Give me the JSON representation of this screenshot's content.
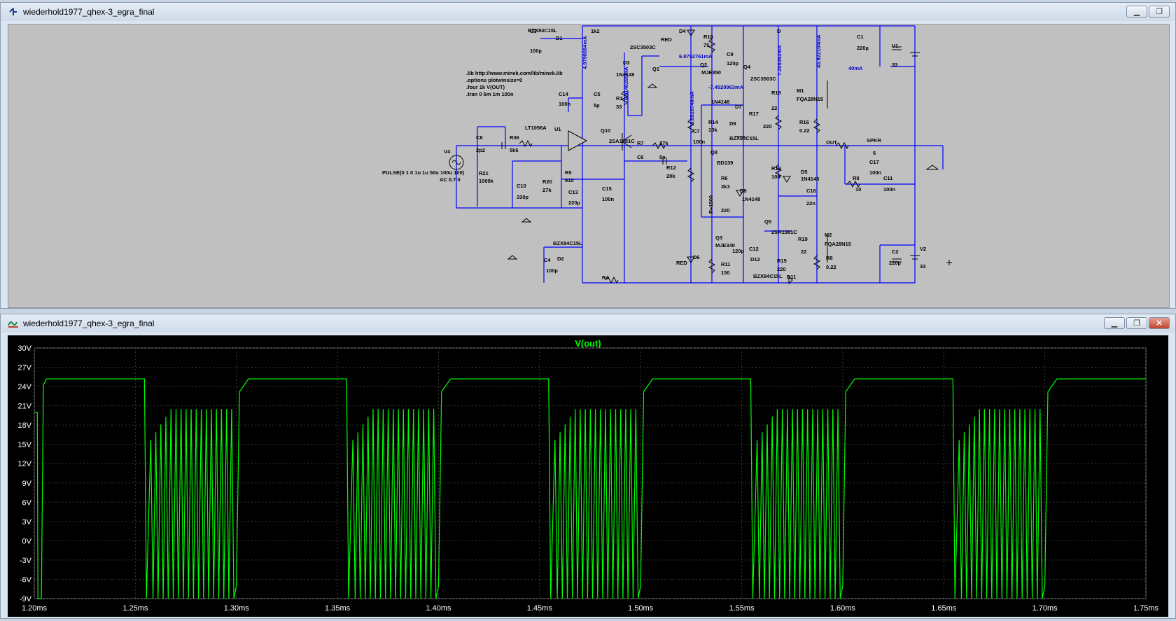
{
  "schematic_window": {
    "title": "wiederhold1977_qhex-3_egra_final"
  },
  "waveform_window": {
    "title": "wiederhold1977_qhex-3_egra_final"
  },
  "window_buttons": {
    "minimize": "▁",
    "restore": "❐",
    "close": "✕"
  },
  "colors": {
    "schematic_bg": "#c0c0c0",
    "wire": "#0000ff",
    "component": "#000000",
    "annotation": "#0000cd",
    "plot_bg": "#000000",
    "trace": "#00ff00",
    "grid": "#444444",
    "axis_text": "#ffffff"
  },
  "directives": [
    ".lib http://www.minek.com/lib/minek.lib",
    ".options plotwinsize=0",
    ".four 1k V(OUT)",
    ".tran 0 6m 1m 100n"
  ],
  "source": {
    "name": "V4",
    "spec": "PULSE(0 1 0 1u 1u 50u 100u 100)",
    "ac": "AC 0.7 0"
  },
  "labels": {
    "C3": "C3",
    "C3v": "100µ",
    "D1": "D1",
    "BZX1": "BZX84C15L",
    "R1k2": "1k2",
    "C14": "C14",
    "C14v": "100n",
    "C5": "C5",
    "C5v": "5p",
    "R1": "R1",
    "R1v": "33",
    "D3": "D3",
    "D3v": "1N4148",
    "SC1": "2SC3503C",
    "Q1": "Q1",
    "D4": "D4",
    "RED1": "RED",
    "R10": "R10",
    "R10v": "75",
    "Q2": "Q2",
    "MJE350": "MJE350",
    "C9": "C9",
    "C9v": "120p",
    "Q4": "Q4",
    "SC2": "2SC3503C",
    "Dtop": "D",
    "C1": "C1",
    "C1v": "220µ",
    "V1": "V1",
    "V1v": "33",
    "M1": "M1",
    "FQA1": "FQA28N15",
    "R18": "R18",
    "R18v": "22",
    "R16": "R16",
    "R16v": "0.22",
    "LT": "LT1056A",
    "U1": "U1",
    "Q10": "Q10",
    "SA1": "2SA1381C",
    "C8": "C8",
    "C8v": "2p2",
    "R36": "R36",
    "R36v": "5k6",
    "R21": "R21",
    "R21v": "1000k",
    "R7": "R7",
    "R7v": "27k",
    "C6": "C6",
    "C6v": "5p",
    "R12": "R12",
    "R12v": "20k",
    "C7": "C7",
    "C7v": "100n",
    "D7": "D7",
    "D7v": "1N4148",
    "D9": "D9",
    "BZX2": "BZX84C15L",
    "R14": "R14",
    "R14v": "10k",
    "Q8": "Q8",
    "BD139": "BD139",
    "R17": "R17",
    "R17v": "220",
    "OUT": "OUT",
    "SPKR": "SPKR",
    "SPKRv": "6",
    "C17": "C17",
    "C17v": "100n",
    "R9": "R9",
    "R9v": "10",
    "C11": "C11",
    "C11v": "100n",
    "R5": "R5",
    "R5v": "910",
    "R20": "R20",
    "R20v": "27k",
    "C10": "C10",
    "C10v": "330p",
    "C13": "C13",
    "C13v": "220µ",
    "C15": "C15",
    "C15v": "100n",
    "R6": "R6",
    "R6v": "3k3",
    "D8": "D8",
    "D8v": "1N4148",
    "P": "P=1500",
    "Pv": "220",
    "R13": "R13",
    "R13v": "100",
    "D5": "D5",
    "D5v": "1N4148",
    "C16": "C16",
    "C16v": "22n",
    "Q5": "Q5",
    "SA2": "2SA1381C",
    "M2": "M2",
    "FQA2": "FQA28N15",
    "R19": "R19",
    "R19v": "22",
    "R8": "R8",
    "R8v": "0.22",
    "C2": "C2",
    "C2v": "220µ",
    "V2": "V2",
    "V2v": "33",
    "BZX3": "BZX84C15L",
    "C4": "C4",
    "C4v": "100µ",
    "D2": "D2",
    "R4": "R4",
    "Q3": "Q3",
    "MJE340": "MJE340",
    "C12": "C12",
    "C12v": "120p",
    "D12": "D12",
    "BZX4": "BZX84C15L",
    "R11": "R11",
    "R11v": "150",
    "D6": "D6",
    "RED2": "RED",
    "R15": "R15",
    "R15v": "220",
    "D11": "D11"
  },
  "annotations": {
    "i1": "4.9798684mA",
    "i2": "6.9140285mA",
    "i3": "6.8752761mA",
    "i4": "-7.4520963mA",
    "i5": "3.6525748mA",
    "i6": "7.208362mA",
    "i7": "43.922104mA",
    "i8": "40mA"
  },
  "chart_data": {
    "type": "line",
    "title": "V(out)",
    "x_ticks": [
      "1.20ms",
      "1.25ms",
      "1.30ms",
      "1.35ms",
      "1.40ms",
      "1.45ms",
      "1.50ms",
      "1.55ms",
      "1.60ms",
      "1.65ms",
      "1.70ms",
      "1.75ms"
    ],
    "y_ticks": [
      "30V",
      "27V",
      "24V",
      "21V",
      "18V",
      "15V",
      "12V",
      "9V",
      "6V",
      "3V",
      "0V",
      "-3V",
      "-6V",
      "-9V"
    ],
    "xlim": [
      1.2,
      1.75
    ],
    "ylim": [
      -9,
      30
    ],
    "high_level": 25.2,
    "burst_peak": 20.5,
    "burst_trough": -9,
    "period_ms": 0.1,
    "grid": true
  }
}
